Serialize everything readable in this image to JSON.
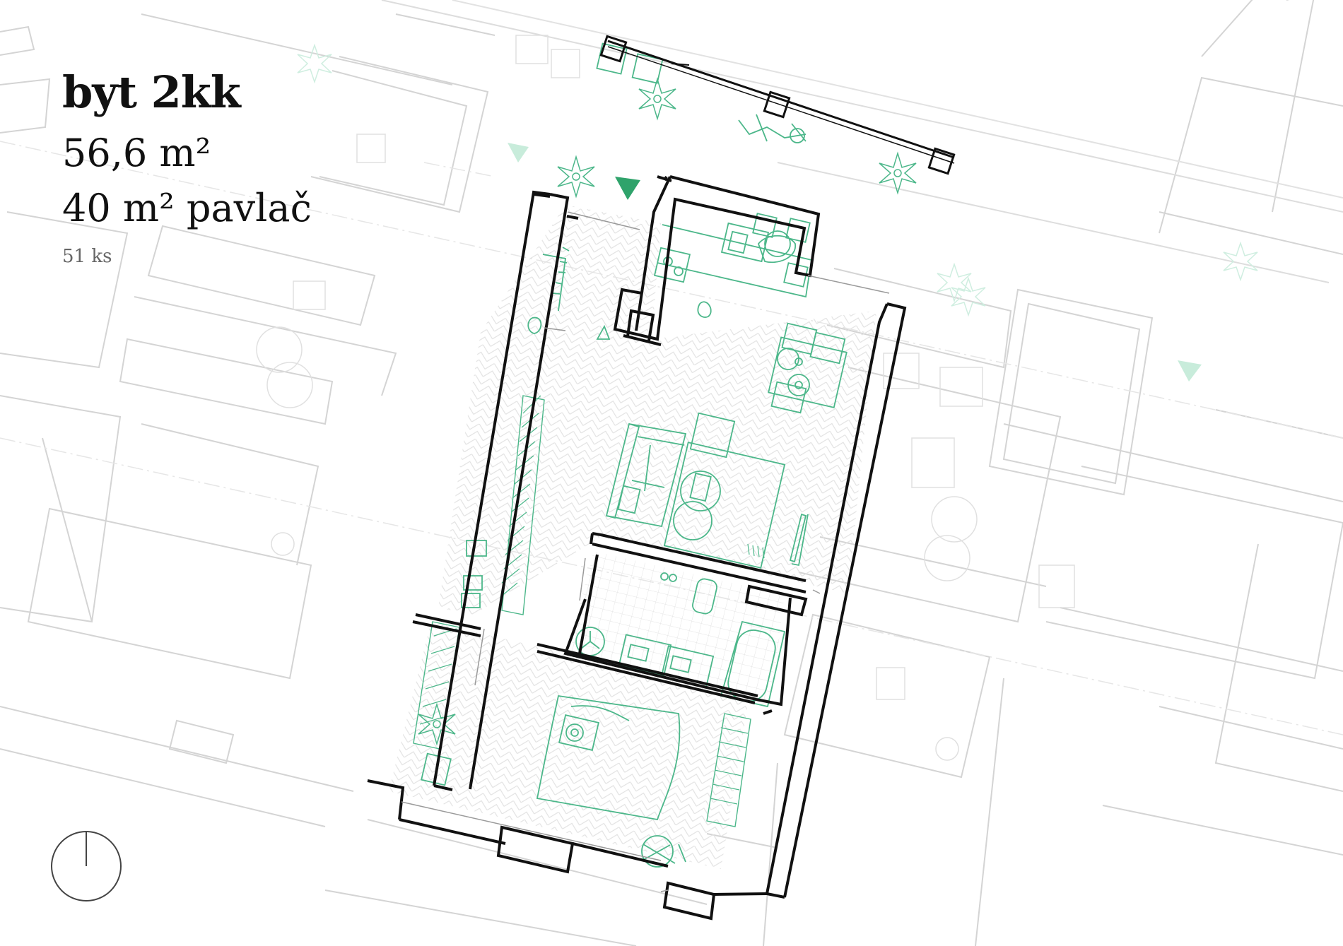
{
  "unit": {
    "type_label": "byt 2kk",
    "floor_area": "56,6 m²",
    "balcony_area": "40 m² pavlač",
    "count": "51 ks"
  },
  "colors": {
    "walls": "#111111",
    "context_lines": "#d2d2d2",
    "furniture": "#4cb78a",
    "furniture_faint": "#bfe6d3",
    "hatch": "#e4e4e4",
    "text": "#111111",
    "muted_text": "#666666"
  },
  "icons": {
    "north_arrow": "north-arrow-icon",
    "entry_marker": "triangle-marker-icon"
  }
}
